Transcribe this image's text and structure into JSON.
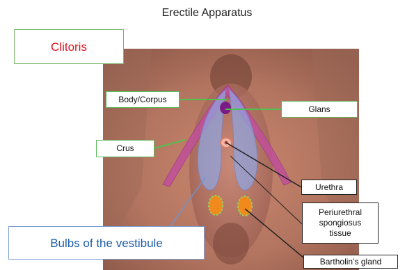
{
  "diagram": {
    "title": "Erectile Apparatus",
    "labels": {
      "clitoris": "Clitoris",
      "body_corpus": "Body/Corpus",
      "glans": "Glans",
      "crus": "Crus",
      "urethra": "Urethra",
      "periurethral": "Periurethral spongiosus tissue",
      "bulbs": "Bulbs of the vestibule",
      "bartholin": "Bartholin’s gland"
    },
    "colors": {
      "clitoris_text": "#e0131f",
      "bulbs_text": "#1f5fa8",
      "green_connector": "#4fc14f",
      "blue_connector": "#6d93cf",
      "black_connector": "#222222",
      "crura_fill": "#c0509a",
      "bulb_fill": "#8fa7e6",
      "gland_fill": "#f08a1c",
      "glans_fill": "#7a1c86",
      "urethra_fill": "#f2b6a8"
    }
  }
}
